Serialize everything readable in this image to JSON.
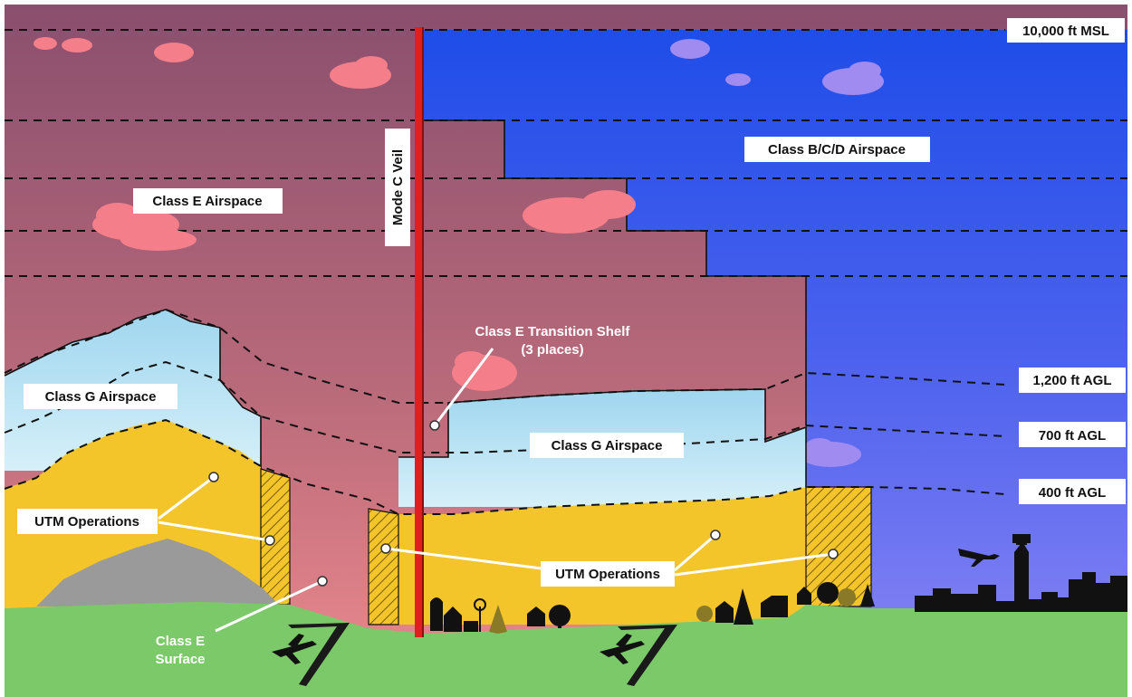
{
  "colors": {
    "class_e_top": "#8a4f6e",
    "class_e_bottom": "#e9848a",
    "class_bcd_top": "#1f4de8",
    "class_bcd_bottom": "#8c86f4",
    "class_g": "#bfe6f4",
    "utm": "#f3c52a",
    "ground": "#7cc96a",
    "mountain": "#9a9a9a",
    "veil": "#e21f1f",
    "cloud_pink": "#f47f8a",
    "cloud_purple": "#a08cf0"
  },
  "labels": {
    "msl_10000": "10,000 ft MSL",
    "agl_1200": "1,200 ft AGL",
    "agl_700": "700 ft AGL",
    "agl_400": "400 ft AGL",
    "class_bcd": "Class B/C/D Airspace",
    "class_e": "Class E Airspace",
    "mode_c_veil": "Mode C Veil",
    "transition_shelf_line1": "Class E Transition Shelf",
    "transition_shelf_line2": "(3 places)",
    "class_g_left": "Class G Airspace",
    "class_g_right": "Class G Airspace",
    "utm_left": "UTM Operations",
    "utm_right": "UTM Operations",
    "class_e_surface_line1": "Class E",
    "class_e_surface_line2": "Surface"
  },
  "icons": [
    "cloud-icon",
    "airplane-icon",
    "control-tower-icon",
    "barn-icon",
    "windmill-icon",
    "house-icon",
    "tree-icon",
    "city-skyline-icon",
    "runway-icon"
  ]
}
